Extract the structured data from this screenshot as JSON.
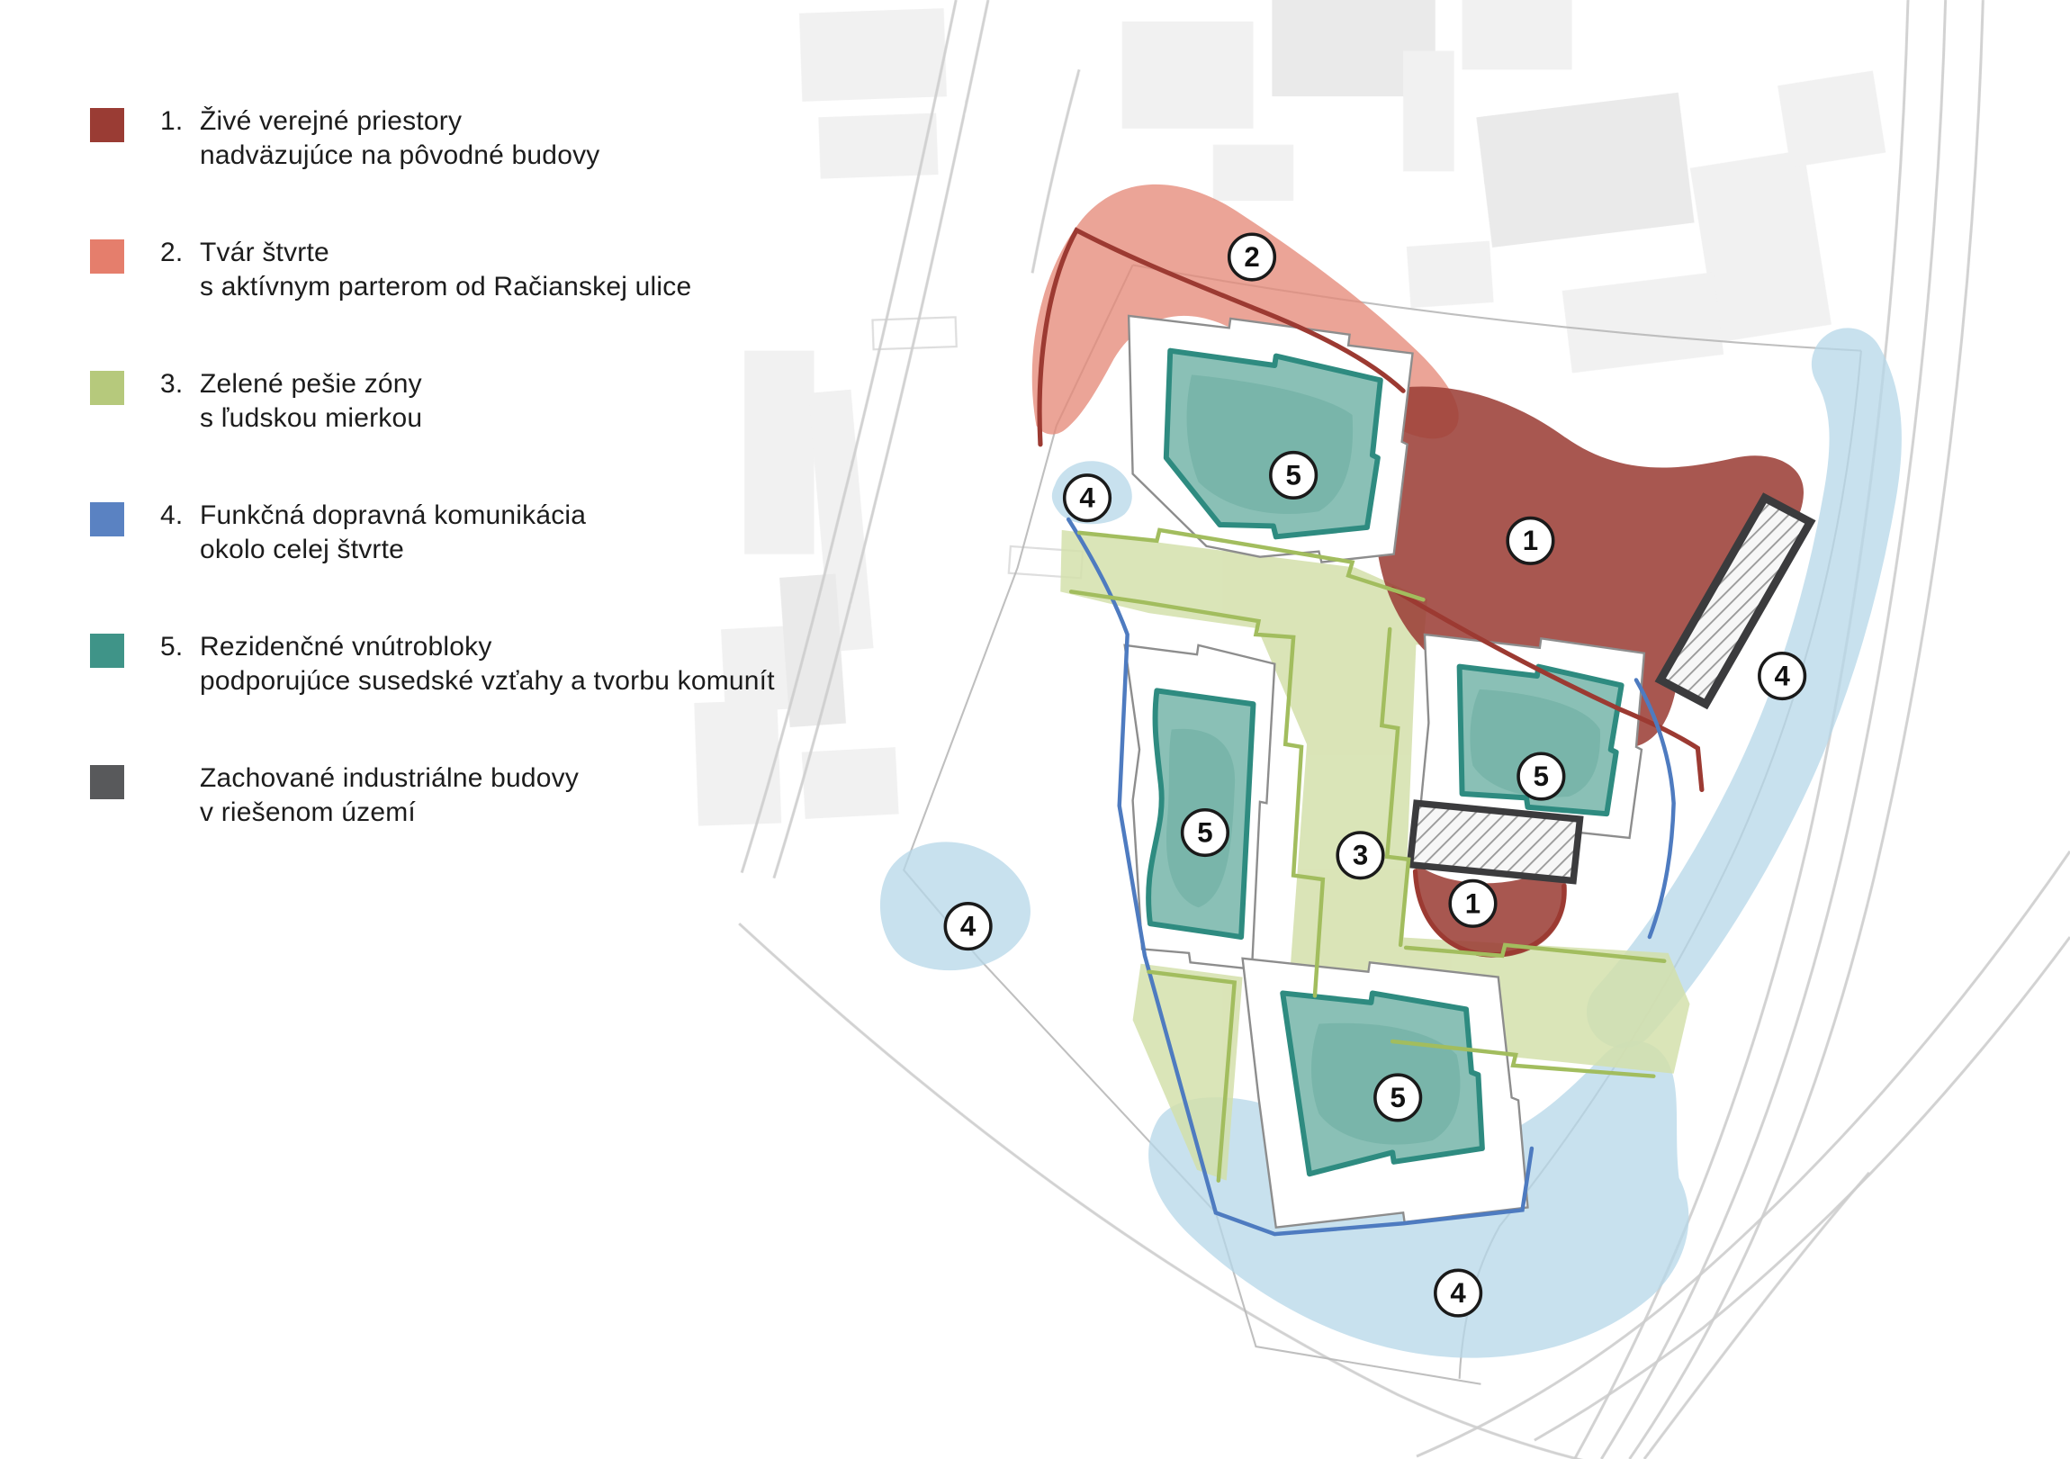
{
  "page": {
    "background": "#ffffff"
  },
  "legend": {
    "items": [
      {
        "number": "1.",
        "title": "Živé verejné priestory",
        "subtitle": "nadväzujúce na pôvodné budovy",
        "color": "#9a3c34"
      },
      {
        "number": "2.",
        "title": "Tvár štvrte",
        "subtitle": "s aktívnym parterom od Račianskej ulice",
        "color": "#e57e6c"
      },
      {
        "number": "3.",
        "title": "Zelené pešie zóny",
        "subtitle": "s ľudskou mierkou",
        "color": "#b6c97c"
      },
      {
        "number": "4.",
        "title": "Funkčná dopravná komunikácia",
        "subtitle": "okolo celej štvrte",
        "color": "#5a82c2"
      },
      {
        "number": "5.",
        "title": "Rezidenčné vnútrobloky",
        "subtitle": "podporujúce susedské vzťahy a tvorbu komunít",
        "color": "#3f9488"
      },
      {
        "number": "",
        "title": "Zachované industriálne budovy",
        "subtitle": "v riešenom území",
        "color": "#58595b"
      }
    ]
  },
  "map": {
    "markers": [
      {
        "label": "2"
      },
      {
        "label": "4"
      },
      {
        "label": "5"
      },
      {
        "label": "1"
      },
      {
        "label": "4"
      },
      {
        "label": "5"
      },
      {
        "label": "5"
      },
      {
        "label": "3"
      },
      {
        "label": "1"
      },
      {
        "label": "4"
      },
      {
        "label": "5"
      },
      {
        "label": "4"
      }
    ],
    "zone_colors": {
      "zone1_public_spaces": "#9c4038",
      "zone2_active_front": "#e58a7a",
      "zone3_green_zones": "#d4e0ab",
      "zone4_ring_road": "#b5d7e8",
      "zone5_courtyards": "#8ac0b6",
      "industrial_buildings": "#3b3b3d"
    }
  }
}
